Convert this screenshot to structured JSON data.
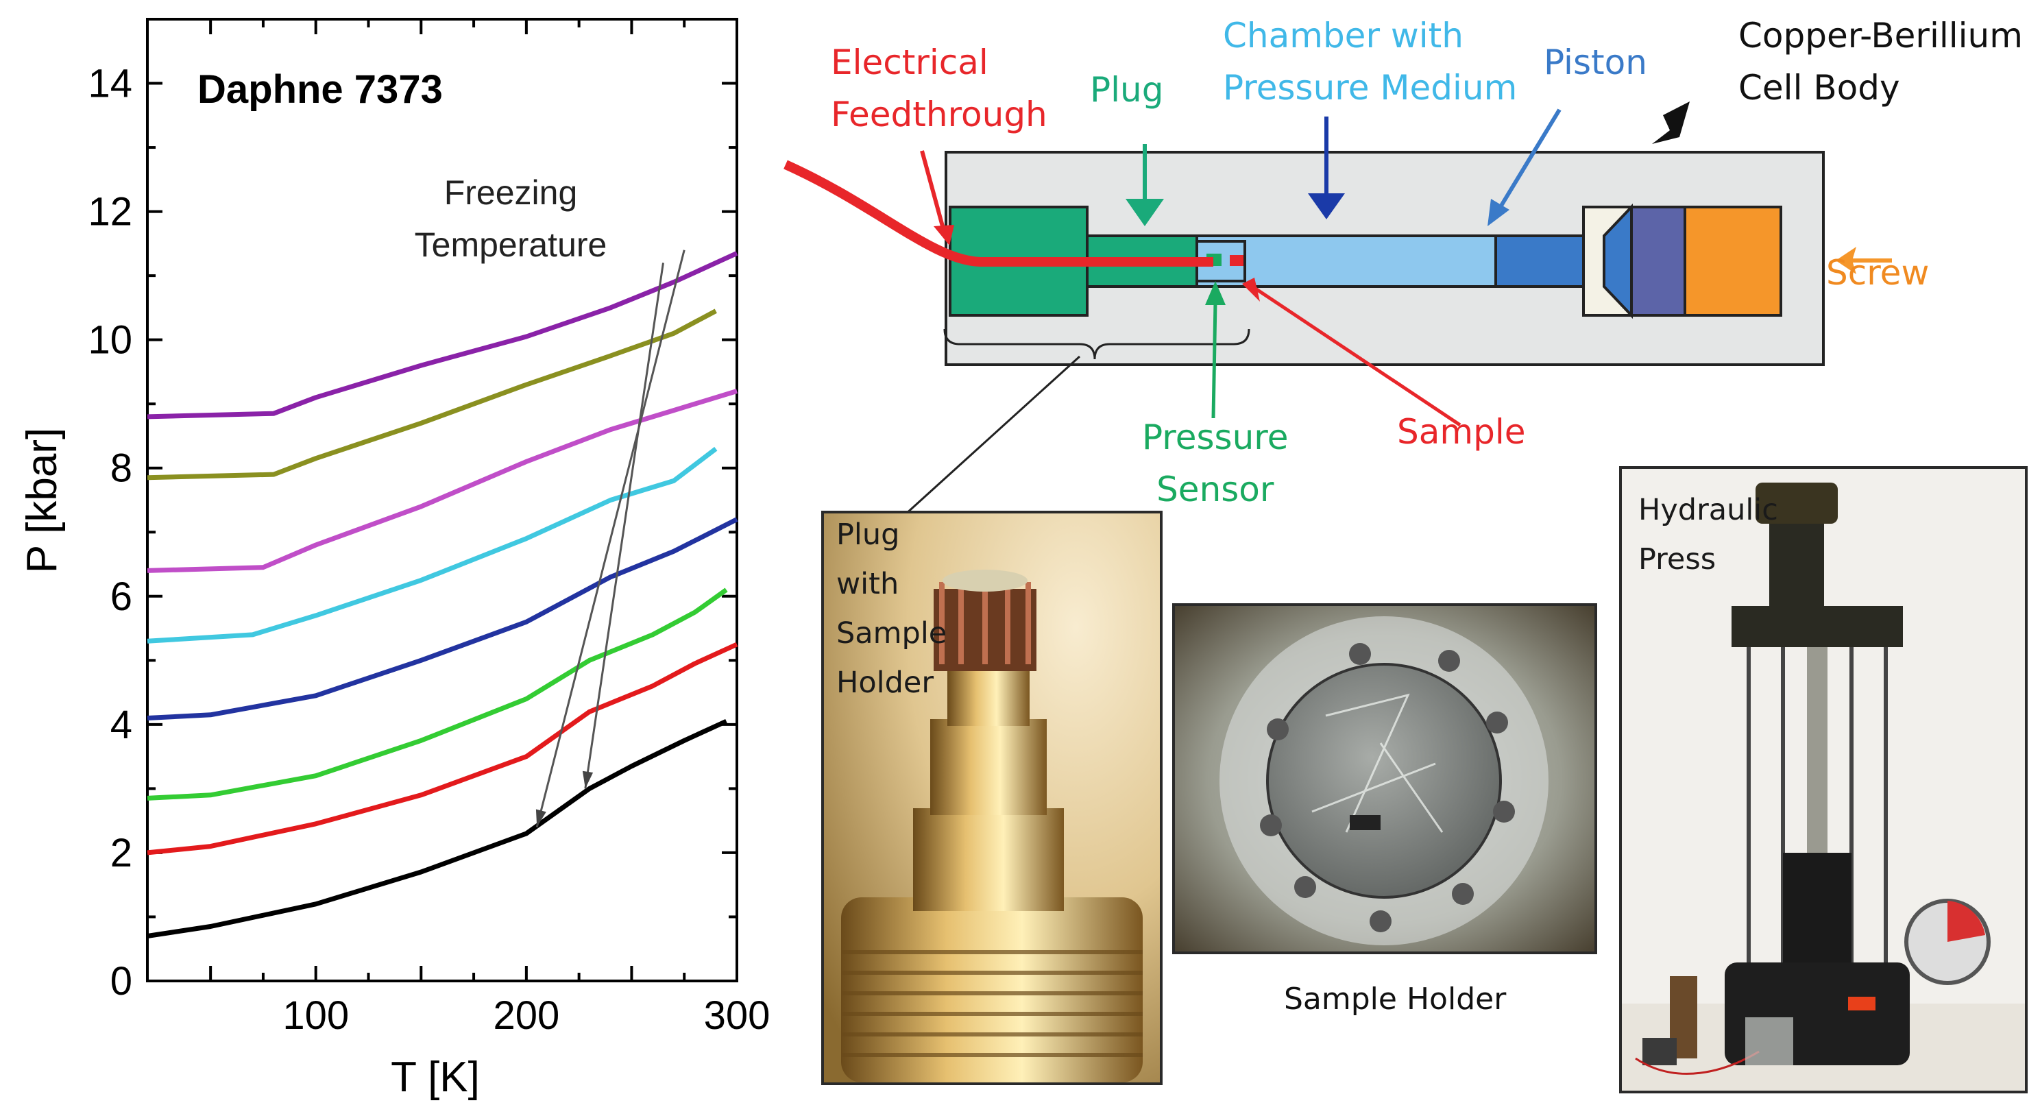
{
  "chart_data": {
    "type": "line",
    "title": "Daphne 7373",
    "xlabel": "T  [K]",
    "ylabel": "P [kbar]",
    "xlim": [
      20,
      300
    ],
    "ylim": [
      0,
      15
    ],
    "xticks": [
      100,
      200,
      300
    ],
    "yticks": [
      0,
      2,
      4,
      6,
      8,
      10,
      12,
      14
    ],
    "grid": false,
    "annotation": {
      "text": "Freezing\nTemperature",
      "arrows": [
        [
          275,
          11.4,
          205,
          2.4
        ],
        [
          265,
          11.2,
          228,
          3.0
        ]
      ]
    },
    "series": [
      {
        "color": "#000000",
        "points": [
          [
            20,
            0.7
          ],
          [
            50,
            0.85
          ],
          [
            100,
            1.2
          ],
          [
            150,
            1.7
          ],
          [
            200,
            2.3
          ],
          [
            230,
            3.0
          ],
          [
            250,
            3.35
          ],
          [
            275,
            3.75
          ],
          [
            295,
            4.05
          ]
        ]
      },
      {
        "color": "#e31a1c",
        "points": [
          [
            20,
            2.0
          ],
          [
            50,
            2.1
          ],
          [
            100,
            2.45
          ],
          [
            150,
            2.9
          ],
          [
            200,
            3.5
          ],
          [
            230,
            4.2
          ],
          [
            260,
            4.6
          ],
          [
            280,
            4.95
          ],
          [
            300,
            5.25
          ]
        ]
      },
      {
        "color": "#33cc33",
        "points": [
          [
            20,
            2.85
          ],
          [
            50,
            2.9
          ],
          [
            100,
            3.2
          ],
          [
            150,
            3.75
          ],
          [
            200,
            4.4
          ],
          [
            230,
            5.0
          ],
          [
            260,
            5.4
          ],
          [
            280,
            5.75
          ],
          [
            295,
            6.1
          ]
        ]
      },
      {
        "color": "#2233a0",
        "points": [
          [
            20,
            4.1
          ],
          [
            50,
            4.15
          ],
          [
            100,
            4.45
          ],
          [
            150,
            5.0
          ],
          [
            200,
            5.6
          ],
          [
            240,
            6.3
          ],
          [
            270,
            6.7
          ],
          [
            300,
            7.2
          ]
        ]
      },
      {
        "color": "#40c8e0",
        "points": [
          [
            20,
            5.3
          ],
          [
            70,
            5.4
          ],
          [
            100,
            5.7
          ],
          [
            150,
            6.25
          ],
          [
            200,
            6.9
          ],
          [
            240,
            7.5
          ],
          [
            270,
            7.8
          ],
          [
            290,
            8.3
          ]
        ]
      },
      {
        "color": "#c04ec8",
        "points": [
          [
            20,
            6.4
          ],
          [
            75,
            6.45
          ],
          [
            100,
            6.8
          ],
          [
            150,
            7.4
          ],
          [
            200,
            8.1
          ],
          [
            240,
            8.6
          ],
          [
            270,
            8.9
          ],
          [
            300,
            9.2
          ]
        ]
      },
      {
        "color": "#8a9020",
        "points": [
          [
            20,
            7.85
          ],
          [
            80,
            7.9
          ],
          [
            100,
            8.15
          ],
          [
            150,
            8.7
          ],
          [
            200,
            9.3
          ],
          [
            240,
            9.75
          ],
          [
            270,
            10.1
          ],
          [
            290,
            10.45
          ]
        ]
      },
      {
        "color": "#8a22a8",
        "points": [
          [
            20,
            8.8
          ],
          [
            80,
            8.85
          ],
          [
            100,
            9.1
          ],
          [
            150,
            9.6
          ],
          [
            200,
            10.05
          ],
          [
            240,
            10.5
          ],
          [
            270,
            10.9
          ],
          [
            300,
            11.35
          ]
        ]
      }
    ]
  },
  "diagram": {
    "labels": {
      "electrical": "Electrical\nFeedthrough",
      "plug": "Plug",
      "chamber": "Chamber with\nPressure Medium",
      "piston": "Piston",
      "cell_body": "Copper-Berillium\nCell Body",
      "screw": "Screw",
      "pressure_sensor": "Pressure\nSensor",
      "sample": "Sample"
    },
    "colors": {
      "electrical": "#e8262a",
      "plug": "#1aaa7a",
      "chamber": "#40b8e8",
      "piston": "#3a7ac8",
      "cell_body": "#111111",
      "screw": "#f08a20",
      "pressure_sensor": "#1aaa60",
      "sample": "#e8262a"
    }
  },
  "photos": {
    "plug_photo_label": "Plug\nwith\nSample\nHolder",
    "sample_holder_caption": "Sample Holder",
    "press_label": "Hydraulic\nPress"
  }
}
